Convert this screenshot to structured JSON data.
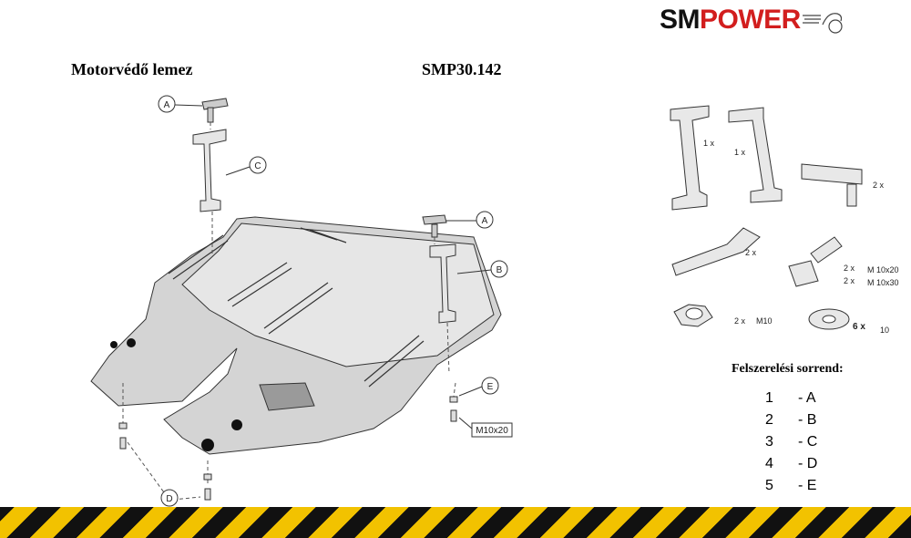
{
  "brand": {
    "sm": "SM",
    "power": "POWER",
    "accent": "#d21e1e"
  },
  "heading": {
    "product": "Motorvédő lemez",
    "code": "SMP30.142"
  },
  "diagram_labels": {
    "a1": "A",
    "a2": "A",
    "b": "B",
    "c": "C",
    "d": "D",
    "e": "E",
    "bolt_size": "M10x20"
  },
  "parts": [
    {
      "qty": "1 x"
    },
    {
      "qty": "1 x"
    },
    {
      "qty": "2 x"
    },
    {
      "qty": "2 x"
    },
    {
      "qty": "2 x",
      "spec": "M 10x20"
    },
    {
      "qty": "2 x",
      "spec": "M 10x30"
    },
    {
      "qty": "2 x",
      "spec": "M10"
    },
    {
      "qty": "6 x",
      "spec": "10"
    }
  ],
  "install_order": {
    "title": "Felszerelési sorrend:",
    "steps": [
      {
        "num": "1",
        "letter": "- A"
      },
      {
        "num": "2",
        "letter": "- B"
      },
      {
        "num": "3",
        "letter": "- C"
      },
      {
        "num": "4",
        "letter": "- D"
      },
      {
        "num": "5",
        "letter": "- E"
      }
    ]
  },
  "colors": {
    "plate": "#d4d4d4",
    "outline": "#333333",
    "hazard_yellow": "#f2c200",
    "hazard_black": "#111111"
  }
}
